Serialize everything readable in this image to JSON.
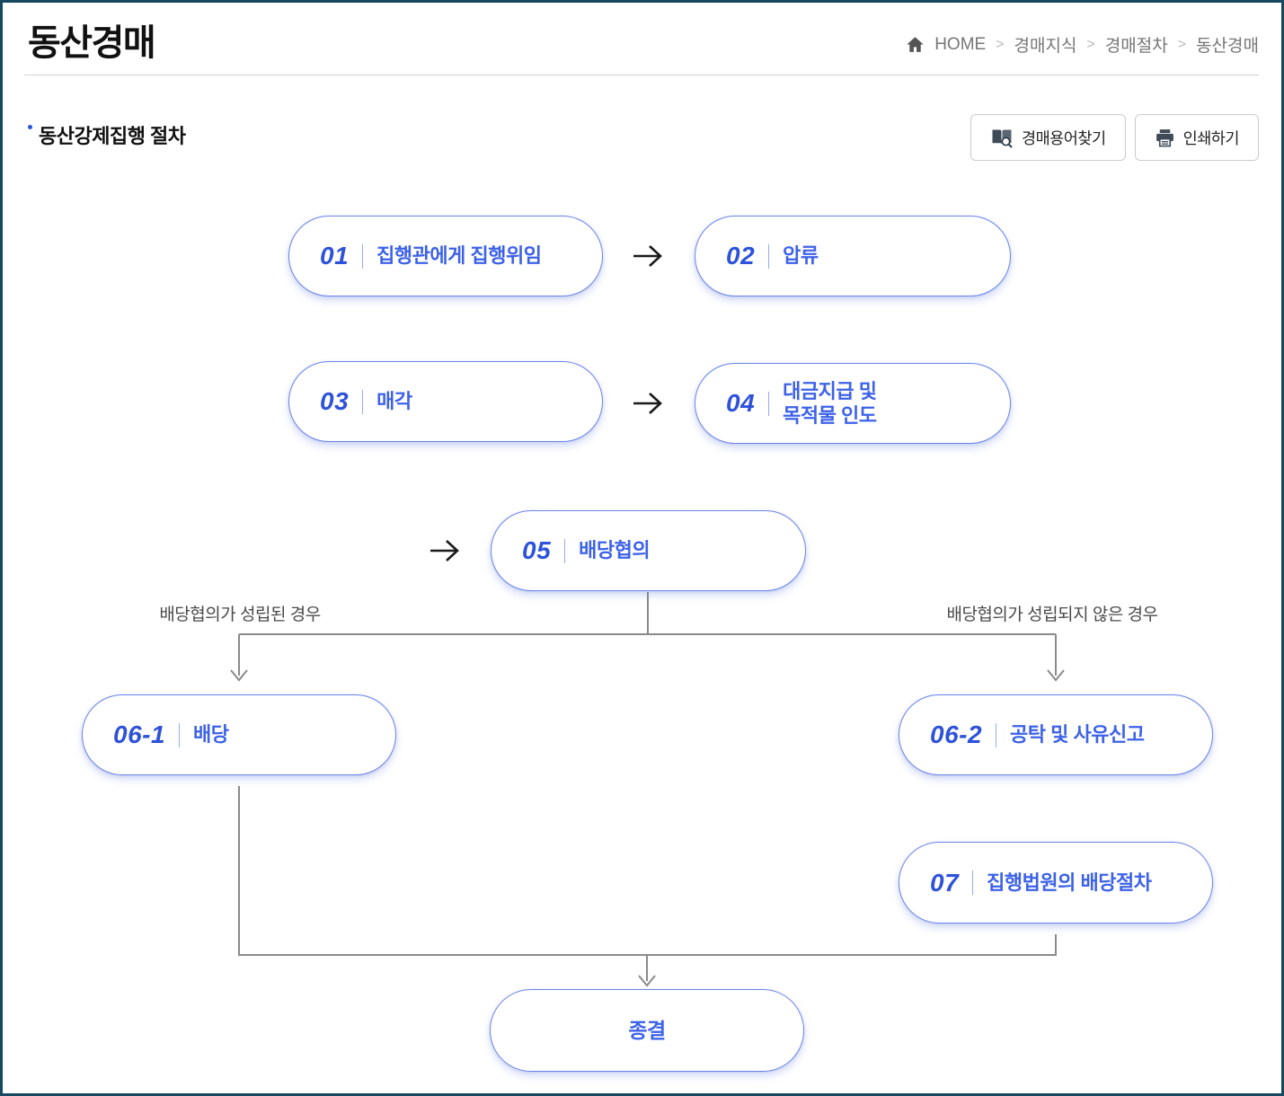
{
  "page": {
    "title": "동산경매"
  },
  "breadcrumb": {
    "home": "HOME",
    "separator": ">",
    "items": [
      "경매지식",
      "경매절차",
      "동산경매"
    ]
  },
  "section": {
    "title": "동산강제집행 절차"
  },
  "toolbar": {
    "glossary_label": "경매용어찾기",
    "print_label": "인쇄하기"
  },
  "icons": {
    "home": "home-icon",
    "glossary": "book-search-icon",
    "print": "printer-icon",
    "step_arrow": "right-arrow-icon",
    "branch_arrow": "down-arrow-icon"
  },
  "flowchart": {
    "steps": [
      {
        "num": "01",
        "label": "집행관에게 집행위임"
      },
      {
        "num": "02",
        "label": "압류"
      },
      {
        "num": "03",
        "label": "매각"
      },
      {
        "num": "04",
        "label": "대금지급 및\n목적물 인도"
      },
      {
        "num": "05",
        "label": "배당협의"
      },
      {
        "num": "06-1",
        "label": "배당"
      },
      {
        "num": "06-2",
        "label": "공탁 및 사유신고"
      },
      {
        "num": "07",
        "label": "집행법원의 배당절차"
      }
    ],
    "branch_labels": {
      "left": "배당협의가 성립된 경우",
      "right": "배당협의가 성립되지 않은 경우"
    },
    "end_label": "종결",
    "colors": {
      "box_border": "#6b84e8",
      "box_number": "#2e52d9",
      "box_text": "#3d62e8",
      "connector": "#8a8a8a",
      "step_arrow": "#1a1a1a",
      "page_border": "#17485f"
    }
  }
}
